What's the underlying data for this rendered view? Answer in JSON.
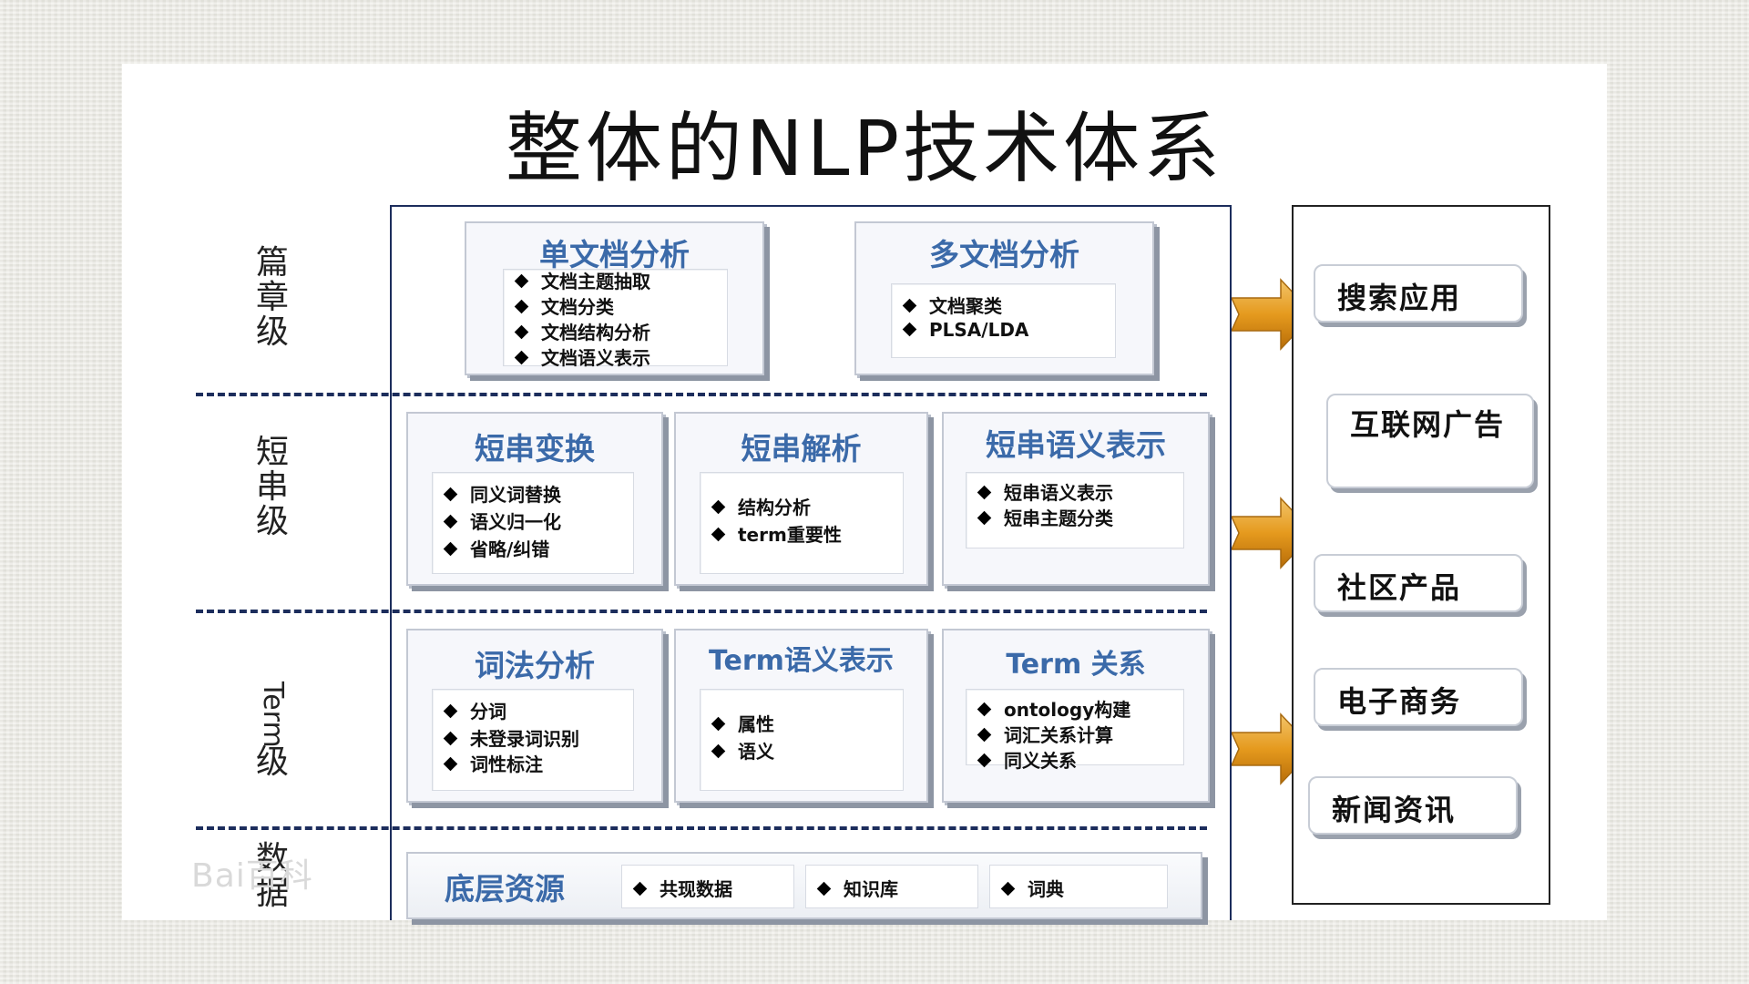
{
  "title": "整体的NLP技术体系",
  "levels": [
    {
      "chars": [
        "篇",
        "章",
        "级"
      ]
    },
    {
      "chars": [
        "短",
        "串",
        "级"
      ]
    },
    {
      "chars": [
        "Term",
        "级"
      ]
    },
    {
      "chars": [
        "数",
        "据"
      ]
    }
  ],
  "doc_level": {
    "single": {
      "title": "单文档分析",
      "items": [
        "文档主题抽取",
        "文档分类",
        "文档结构分析",
        "文档语义表示"
      ]
    },
    "multi": {
      "title": "多文档分析",
      "items": [
        "文档聚类",
        "PLSA/LDA"
      ]
    }
  },
  "phrase_level": {
    "transform": {
      "title": "短串变换",
      "items": [
        "同义词替换",
        "语义归一化",
        "省略/纠错"
      ]
    },
    "parse": {
      "title": "短串解析",
      "items": [
        "结构分析",
        "term重要性"
      ]
    },
    "semantic": {
      "title": "短串语义表示",
      "items": [
        "短串语义表示",
        "短串主题分类"
      ]
    }
  },
  "term_level": {
    "lexical": {
      "title": "词法分析",
      "items": [
        "分词",
        "未登录词识别",
        "词性标注"
      ]
    },
    "semantic": {
      "title": "Term语义表示",
      "items": [
        "属性",
        "语义"
      ]
    },
    "relation": {
      "title": "Term 关系",
      "items": [
        "ontology构建",
        "词汇关系计算",
        "同义关系"
      ]
    }
  },
  "resources": {
    "title": "底层资源",
    "items": [
      "共现数据",
      "知识库",
      "词典"
    ]
  },
  "applications": [
    "搜索应用",
    "互联网广告",
    "社区产品",
    "电子商务",
    "新闻资讯"
  ],
  "watermark": "Bai百科",
  "colors": {
    "panel_title": "#3b6aa9",
    "arrow": "#e8a52c",
    "dash": "#1c2d5c"
  }
}
